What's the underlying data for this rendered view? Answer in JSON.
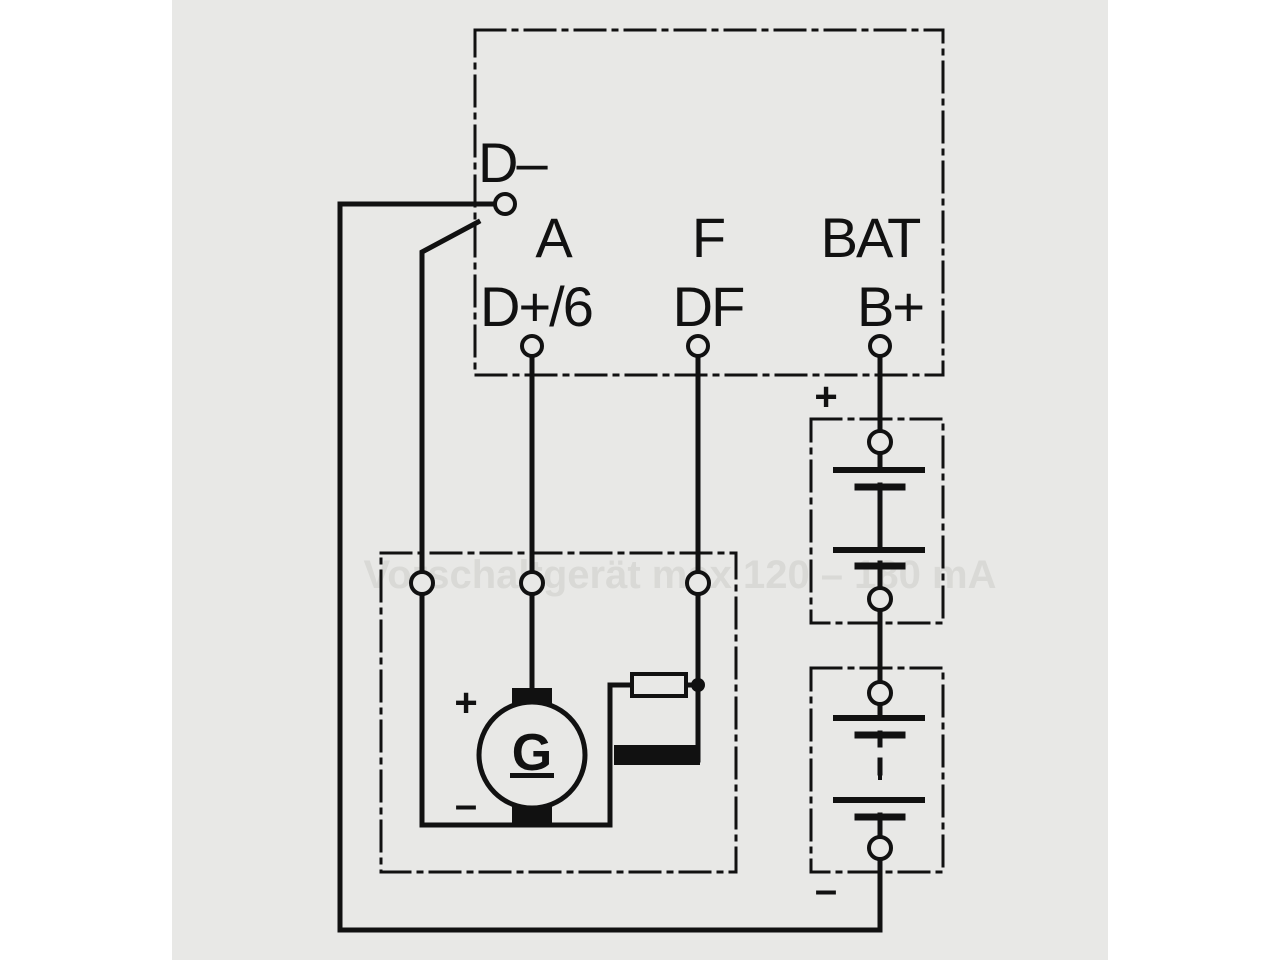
{
  "colors": {
    "paper": "#e8e8e6",
    "ink": "#111111",
    "margin": "#ffffff"
  },
  "regulator": {
    "terminals": {
      "d_minus": "D–",
      "a": "A",
      "d_plus": "D+/6",
      "f": "F",
      "df": "DF",
      "bat": "BAT",
      "b_plus": "B+"
    }
  },
  "generator": {
    "symbol": "G",
    "plus_sign": "+",
    "minus_sign": "–"
  },
  "battery": {
    "plus_sign": "+",
    "minus_sign": "–"
  },
  "watermark": "Vorschaltgerät max 120 – 180 mA"
}
